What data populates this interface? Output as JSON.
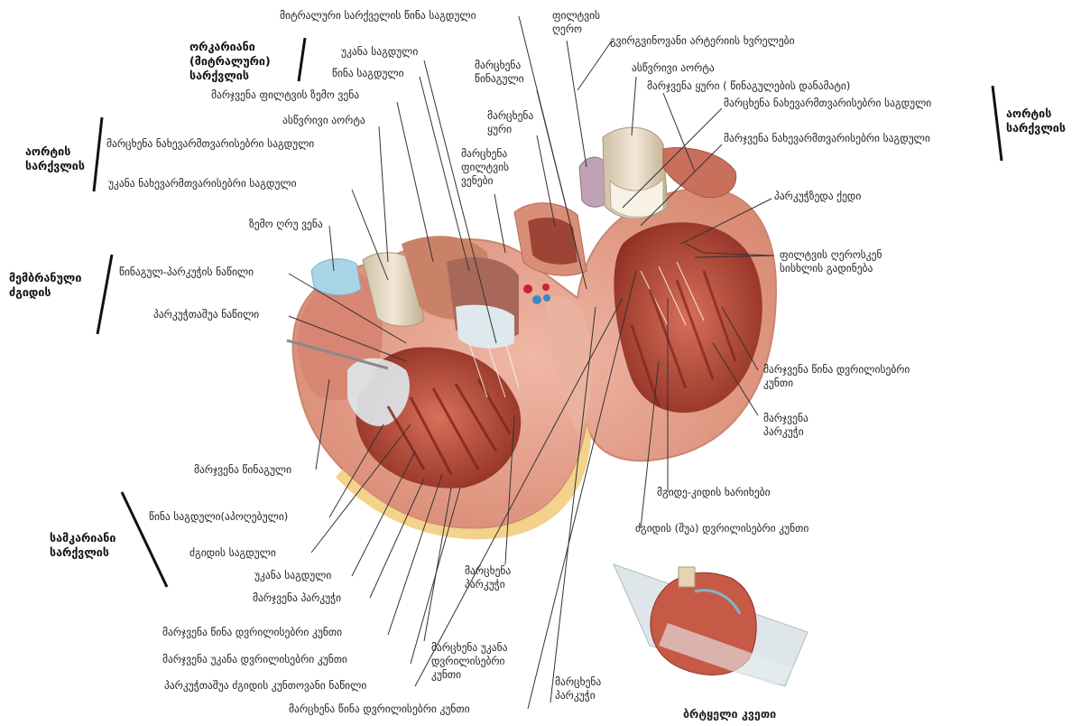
{
  "groups": {
    "mitral_valve": "ორკარიანი\n(მიტრალური)\nსარქვლის",
    "aortic_valve": "აორტის\nსარქვლის",
    "pulmonary_valve_left": "აორტის\nსარქვლის",
    "membranous_septum": "მემბრანული\nძგიდის",
    "tricuspid_valve": "სამკარიანი\nსარქვლის"
  },
  "labels": {
    "mitral_anterior_cusp": "მიტრალური სარქველის წინა საგდული",
    "pulmonary_trunk": "ფილტვის\nღერო",
    "coronary_sinus_right": "გვირგვინოვანი არტერიის ხვრელები",
    "posterior_cusp": "უკანა საგდული",
    "anterior_cusp": "წინა საგდული",
    "left_atrium": "მარცხენა\nწინაგული",
    "ascending_aorta_top": "ასწვრივი აორტა",
    "right_auricle": "მარჯვენა ყური ( წინაგულების დანამატი)",
    "right_pulmonary_vein": "მარჯვენა ფილტვის ზემო ვენა",
    "ascending_aorta": "ასწვრივი აორტა",
    "left_auricle": "მარცხენა\nყური",
    "left_semilunar_cusp_right": "მარცხენა ნახევარმთვარისებრი საგდული",
    "right_semilunar_cusp_right": "მარჯვენა ნახევარმთვარისებრი საგდული",
    "left_semilunar_cusp": "მარცხენა ნახევარმთვარისებრი საგდული",
    "left_pulmonary_veins": "მარცხენა\nფილტვის\nვენები",
    "posterior_semilunar_cusp": "უკანა ნახევარმთვარისებრი საგდული",
    "supraventricular_crest": "პარკუჭზედა ქედი",
    "superior_vena_cava": "ზემო ღრუ ვენა",
    "pulmonary_outflow": "ფილტვის ღეროსკენ\nსისხლის გადინება",
    "atrioventricular_part": "წინაგულ-პარკუჭის ნაწილი",
    "interventricular_part": "პარკუჭთაშუა ნაწილი",
    "right_anterior_papillary": "მარჯვენა წინა დვრილისებრი\nკუნთი",
    "right_ventricle": "მარჯვენა\nპარკუჭი",
    "right_atrium": "მარჯვენა წინაგული",
    "trabeculae": "მგიდე-კიდის ხარიხები",
    "anterior_cusp_raised": "წინა საგდული(აპოღებული)",
    "septal_papillary": "ძგიდის (შუა) დვრილისებრი კუნთი",
    "septal_cusp": "ძგიდის საგდული",
    "posterior_cusp_bottom": "უკანა საგდული",
    "left_ventricle_mid": "მარცხენა\nპარკუჭი",
    "right_ventricle_bottom": "მარჯვენა პარკუჭი",
    "right_anterior_papillary_bottom": "მარჯვენა წინა დვრილისებრი კუნთი",
    "left_posterior_papillary": "მარცხენა უკანა\nდვრილისებრი\nკუნთი",
    "right_posterior_papillary": "მარჯვენა უკანა დვრილისებრი კუნთი",
    "left_ventricle_bottom": "მარცხენა\nპარკუჭი",
    "muscular_septum": "პარკუჭთაშუა ძგიდის კუნთოვანი ნაწილი",
    "left_anterior_papillary": "მარცხენა წინა დვრილისებრი კუნთი",
    "section_caption": "ბრტყელი კვეთი"
  },
  "colors": {
    "myocardium": "#e8a28f",
    "chamber": "#c85a48",
    "chamber_dark": "#8e2e23",
    "fat": "#f3d28c",
    "valve": "#dfe8ec",
    "aorta": "#e9dcc4",
    "vein_blue": "#a9d4e6",
    "pulmonary": "#bfa2b6",
    "leader": "#333333"
  }
}
